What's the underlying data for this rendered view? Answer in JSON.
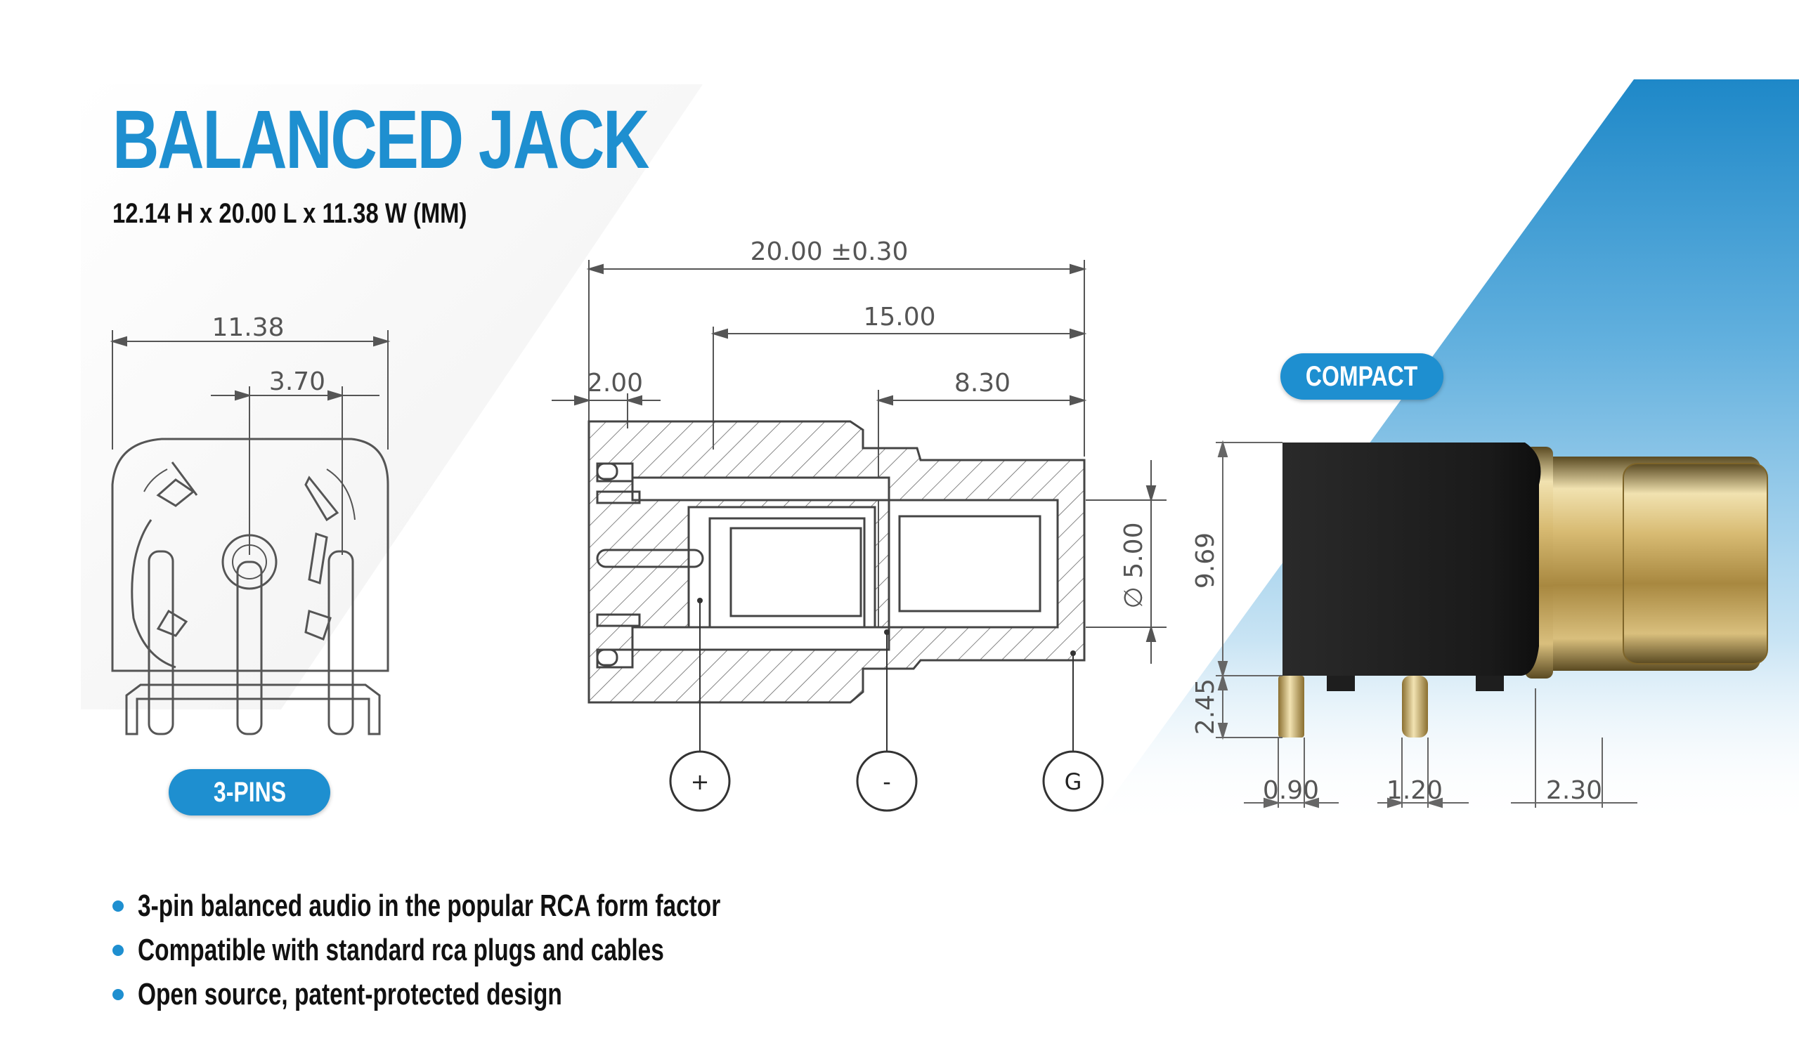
{
  "header": {
    "title": "BALANCED JACK",
    "subtitle": "12.14 H x 20.00 L x 11.38 W (MM)"
  },
  "front_view": {
    "dim_width": "11.38",
    "dim_pin_spacing": "3.70",
    "badge": "3-PINS"
  },
  "section_view": {
    "dim_length": "20.00 ±0.30",
    "dim_15": "15.00",
    "dim_2": "2.00",
    "dim_830": "8.30",
    "dim_diameter": "∅ 5.00",
    "pins": [
      "+",
      "-",
      "G"
    ]
  },
  "product_view": {
    "badge": "COMPACT",
    "dim_height": "9.69",
    "dim_pin_height": "2.45",
    "dim_pin_width": "0.90",
    "dim_pin_gap": "1.20",
    "dim_offset": "2.30"
  },
  "bullets": [
    "3-pin balanced audio in the popular RCA form factor",
    "Compatible with standard rca plugs and cables",
    "Open source, patent-protected design"
  ],
  "colors": {
    "accent": "#1e8fd0",
    "drawing_line": "#555555",
    "body_black": "#1c1c1c",
    "gold": "#c9a85a"
  }
}
